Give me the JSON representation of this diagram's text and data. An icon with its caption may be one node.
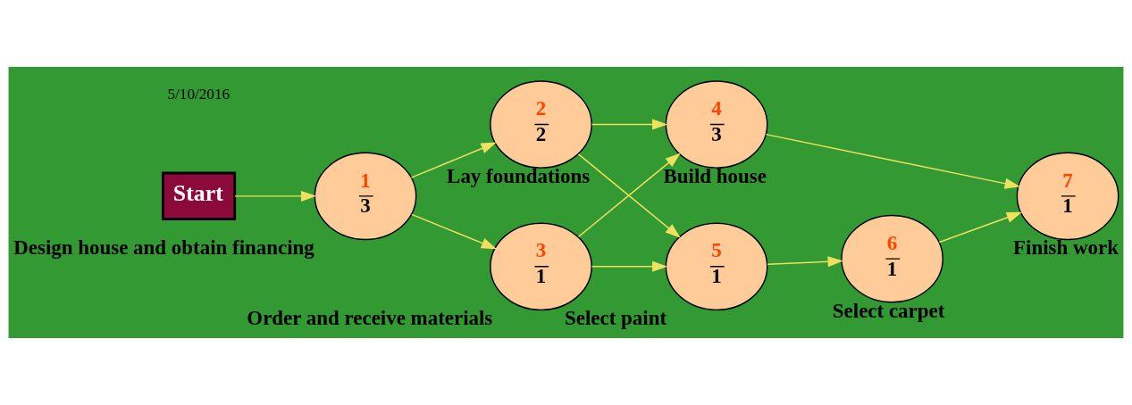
{
  "diagram": {
    "nodes": [
      {
        "text": [
          "Start"
        ]
      },
      {
        "text": [
          "1",
          "3"
        ],
        "beside": [
          "Design house and obtain financing"
        ]
      },
      {
        "text": [
          "2",
          "2"
        ],
        "beside": [
          "Lay foundations"
        ]
      },
      {
        "text": [
          "3",
          "1"
        ],
        "beside": [
          "Order and receive materials"
        ]
      },
      {
        "text": [
          "4",
          "3"
        ],
        "beside": [
          "Build house"
        ]
      },
      {
        "text": [
          "5",
          "1"
        ],
        "beside": [
          "Select paint"
        ]
      },
      {
        "text": [
          "6",
          "1"
        ],
        "beside": [
          "Select carpet"
        ]
      },
      {
        "text": [
          "7",
          "1"
        ],
        "beside": [
          "Finish work"
        ]
      }
    ],
    "edges": [
      {
        "from": 0,
        "to": 1,
        "arrow": "to"
      },
      {
        "from": 1,
        "to": 2,
        "arrow": "to"
      },
      {
        "from": 1,
        "to": 3,
        "arrow": "to"
      },
      {
        "from": 2,
        "to": 4,
        "arrow": "to"
      },
      {
        "from": 2,
        "to": 5,
        "arrow": "to"
      },
      {
        "from": 3,
        "to": 4,
        "arrow": "to"
      },
      {
        "from": 3,
        "to": 5,
        "arrow": "to"
      },
      {
        "from": 4,
        "to": 7,
        "arrow": "to"
      },
      {
        "from": 5,
        "to": 6,
        "arrow": "to"
      },
      {
        "from": 6,
        "to": 7,
        "arrow": "to"
      }
    ],
    "labels": [
      "5/10/2016"
    ]
  }
}
